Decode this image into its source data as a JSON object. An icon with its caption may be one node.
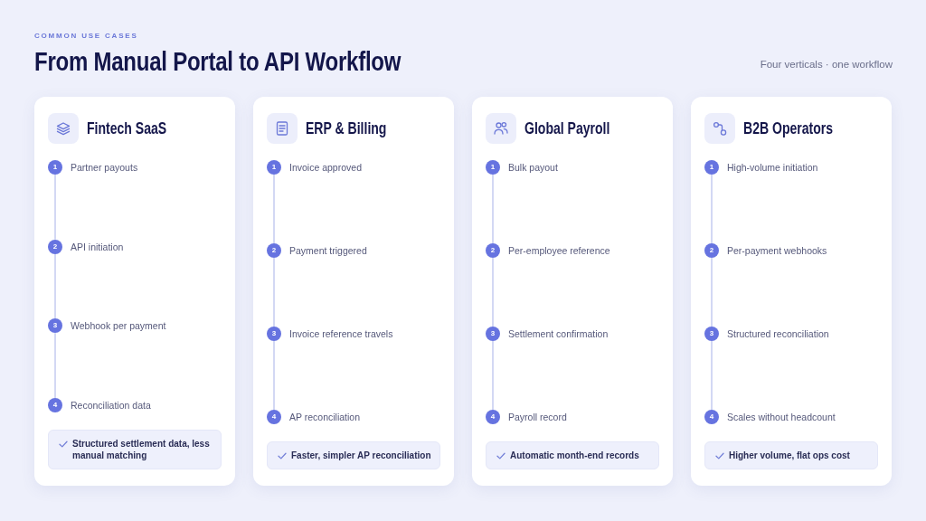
{
  "diagram": {
    "title": "From Manual Portal to API Workflow",
    "nodes": [
      {
        "text": [
          "Fintech SaaS"
        ]
      },
      {
        "text": [
          "1"
        ],
        "in": 0,
        "beside": [
          "Partner payouts"
        ]
      },
      {
        "text": [
          "2"
        ],
        "in": 0,
        "beside": [
          "API initiation"
        ]
      },
      {
        "text": [
          "3"
        ],
        "in": 0,
        "beside": [
          "Webhook per payment"
        ]
      },
      {
        "text": [
          "4"
        ],
        "in": 0,
        "beside": [
          "Reconciliation data"
        ]
      },
      {
        "text": [
          "Structured settlement data, less manual matching"
        ],
        "in": 0
      },
      {
        "text": [
          "ERP & Billing"
        ]
      },
      {
        "text": [
          "1"
        ],
        "in": 6,
        "beside": [
          "Invoice approved"
        ]
      },
      {
        "text": [
          "2"
        ],
        "in": 6,
        "beside": [
          "Payment triggered"
        ]
      },
      {
        "text": [
          "3"
        ],
        "in": 6,
        "beside": [
          "Invoice reference travels"
        ]
      },
      {
        "text": [
          "4"
        ],
        "in": 6,
        "beside": [
          "AP reconciliation"
        ]
      },
      {
        "text": [
          "Faster, simpler AP reconciliation"
        ],
        "in": 6
      },
      {
        "text": [
          "Global Payroll"
        ]
      },
      {
        "text": [
          "1"
        ],
        "in": 12,
        "beside": [
          "Bulk payout"
        ]
      },
      {
        "text": [
          "2"
        ],
        "in": 12,
        "beside": [
          "Per-employee reference"
        ]
      },
      {
        "text": [
          "3"
        ],
        "in": 12,
        "beside": [
          "Settlement confirmation"
        ]
      },
      {
        "text": [
          "4"
        ],
        "in": 12,
        "beside": [
          "Payroll record"
        ]
      },
      {
        "text": [
          "Automatic month-end records"
        ],
        "in": 12
      },
      {
        "text": [
          "B2B Operators"
        ]
      },
      {
        "text": [
          "1"
        ],
        "in": 18,
        "beside": [
          "High-volume initiation"
        ]
      },
      {
        "text": [
          "2"
        ],
        "in": 18,
        "beside": [
          "Per-payment webhooks"
        ]
      },
      {
        "text": [
          "3"
        ],
        "in": 18,
        "beside": [
          "Structured reconciliation"
        ]
      },
      {
        "text": [
          "4"
        ],
        "in": 18,
        "beside": [
          "Scales without headcount"
        ]
      },
      {
        "text": [
          "Higher volume, flat ops cost"
        ],
        "in": 18
      }
    ],
    "edges": [
      {
        "from": 1,
        "to": 2,
        "arrow": "none"
      },
      {
        "from": 2,
        "to": 3,
        "arrow": "none"
      },
      {
        "from": 3,
        "to": 4,
        "arrow": "none"
      },
      {
        "from": 7,
        "to": 8,
        "arrow": "none"
      },
      {
        "from": 8,
        "to": 9,
        "arrow": "none"
      },
      {
        "from": 9,
        "to": 10,
        "arrow": "none"
      },
      {
        "from": 13,
        "to": 14,
        "arrow": "none"
      },
      {
        "from": 14,
        "to": 15,
        "arrow": "none"
      },
      {
        "from": 15,
        "to": 16,
        "arrow": "none"
      },
      {
        "from": 19,
        "to": 20,
        "arrow": "none"
      },
      {
        "from": 20,
        "to": 21,
        "arrow": "none"
      },
      {
        "from": 21,
        "to": 22,
        "arrow": "none"
      }
    ],
    "labels": [
      "COMMON USE CASES",
      "Four verticals · one workflow"
    ]
  }
}
